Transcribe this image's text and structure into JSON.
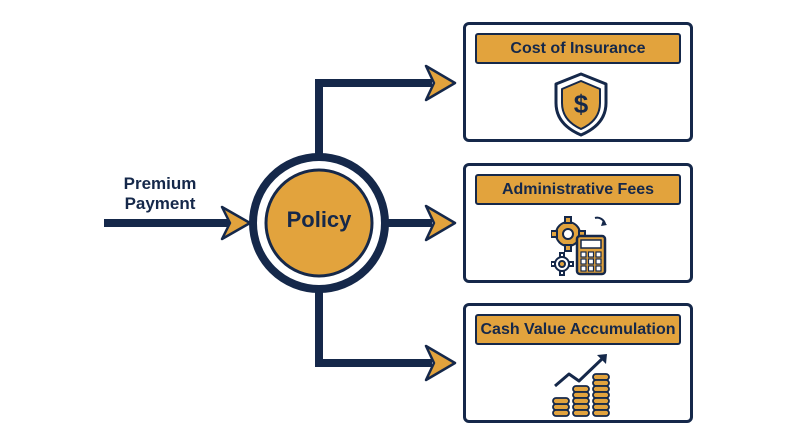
{
  "input": {
    "label_line1": "Premium",
    "label_line2": "Payment"
  },
  "policy": {
    "label": "Policy"
  },
  "outputs": [
    {
      "title": "Cost of Insurance",
      "icon": "shield-dollar-icon"
    },
    {
      "title": "Administrative Fees",
      "icon": "gear-calculator-icon"
    },
    {
      "title": "Cash Value Accumulation",
      "icon": "coins-growth-icon"
    }
  ],
  "colors": {
    "navy": "#15284a",
    "gold": "#e2a33d",
    "background": "#ffffff"
  }
}
